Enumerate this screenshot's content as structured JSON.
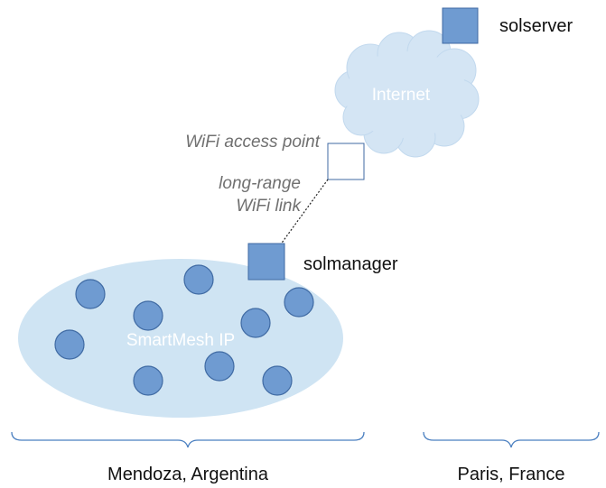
{
  "labels": {
    "solserver": "solserver",
    "internet": "Internet",
    "wifi_access_point": "WiFi access point",
    "long_range_line1": "long-range",
    "long_range_line2": "WiFi link",
    "solmanager": "solmanager",
    "smartmesh": "SmartMesh IP",
    "mendoza": "Mendoza, Argentina",
    "paris": "Paris, France"
  },
  "colors": {
    "node_fill": "#6f9bd1",
    "node_stroke": "#3f6aa3",
    "mesh_fill": "#cfe4f3",
    "cloud_fill": "#d4e5f4",
    "brace": "#4a7fc0",
    "access_point_stroke": "#3f6aa3"
  }
}
